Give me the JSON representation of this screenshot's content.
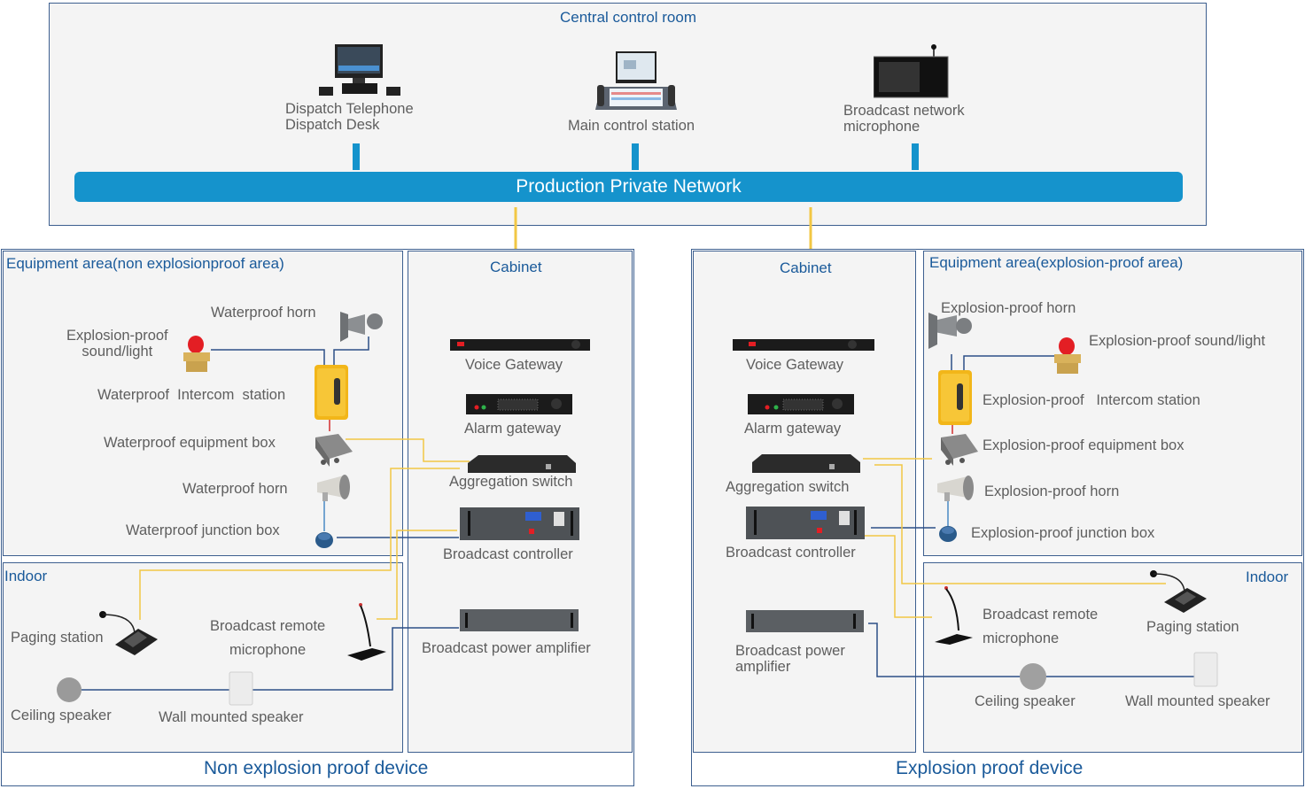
{
  "central": {
    "title": "Central control room",
    "devices": [
      {
        "label_line1": "Dispatch Telephone",
        "label_line2": "Dispatch Desk",
        "icon": "dispatch-desk-icon"
      },
      {
        "label_line1": "Main control station",
        "icon": "main-control-station-icon"
      },
      {
        "label_line1": "Broadcast network",
        "label_line2": "microphone",
        "icon": "broadcast-network-microphone-icon"
      }
    ],
    "network_label": "Production Private Network"
  },
  "left": {
    "footer": "Non explosion proof device",
    "equipment_area": {
      "title": "Equipment area(non explosionproof area)",
      "items": {
        "horn_top": "Waterproof horn",
        "sound_light_1": "Explosion-proof",
        "sound_light_2": "sound/light",
        "intercom": "Waterproof  Intercom  station",
        "equipment_box": "Waterproof equipment box",
        "horn_bottom": "Waterproof horn",
        "junction_box": "Waterproof junction box"
      }
    },
    "cabinet": {
      "title": "Cabinet",
      "items": {
        "voice_gateway": "Voice Gateway",
        "alarm_gateway": "Alarm gateway",
        "aggregation_switch": "Aggregation switch",
        "broadcast_controller": "Broadcast controller",
        "power_amplifier": "Broadcast power amplifier"
      }
    },
    "indoor": {
      "title": "Indoor",
      "items": {
        "paging_station": "Paging station",
        "remote_mic_1": "Broadcast remote",
        "remote_mic_2": "microphone",
        "ceiling_speaker": "Ceiling speaker",
        "wall_speaker": "Wall mounted speaker"
      }
    }
  },
  "right": {
    "footer": "Explosion proof device",
    "cabinet": {
      "title": "Cabinet",
      "items": {
        "voice_gateway": "Voice Gateway",
        "alarm_gateway": "Alarm gateway",
        "aggregation_switch": "Aggregation switch",
        "broadcast_controller": "Broadcast controller",
        "power_amplifier_1": "Broadcast power",
        "power_amplifier_2": "amplifier"
      }
    },
    "equipment_area": {
      "title": "Equipment area(explosion-proof area)",
      "items": {
        "horn_top": "Explosion-proof horn",
        "sound_light": "Explosion-proof sound/light",
        "intercom": "Explosion-proof   Intercom station",
        "equipment_box": "Explosion-proof equipment box",
        "horn_bottom": "Explosion-proof horn",
        "junction_box": "Explosion-proof junction box"
      }
    },
    "indoor": {
      "title": "Indoor",
      "items": {
        "remote_mic_1": "Broadcast remote",
        "remote_mic_2": "microphone",
        "paging_station": "Paging station",
        "ceiling_speaker": "Ceiling speaker",
        "wall_speaker": "Wall mounted speaker"
      }
    }
  },
  "colors": {
    "network_blue": "#1593cc",
    "title_blue": "#1a5a9a",
    "wire_navy": "#2d4f86",
    "wire_yellow": "#f2c744",
    "border": "#3d5f8f"
  }
}
